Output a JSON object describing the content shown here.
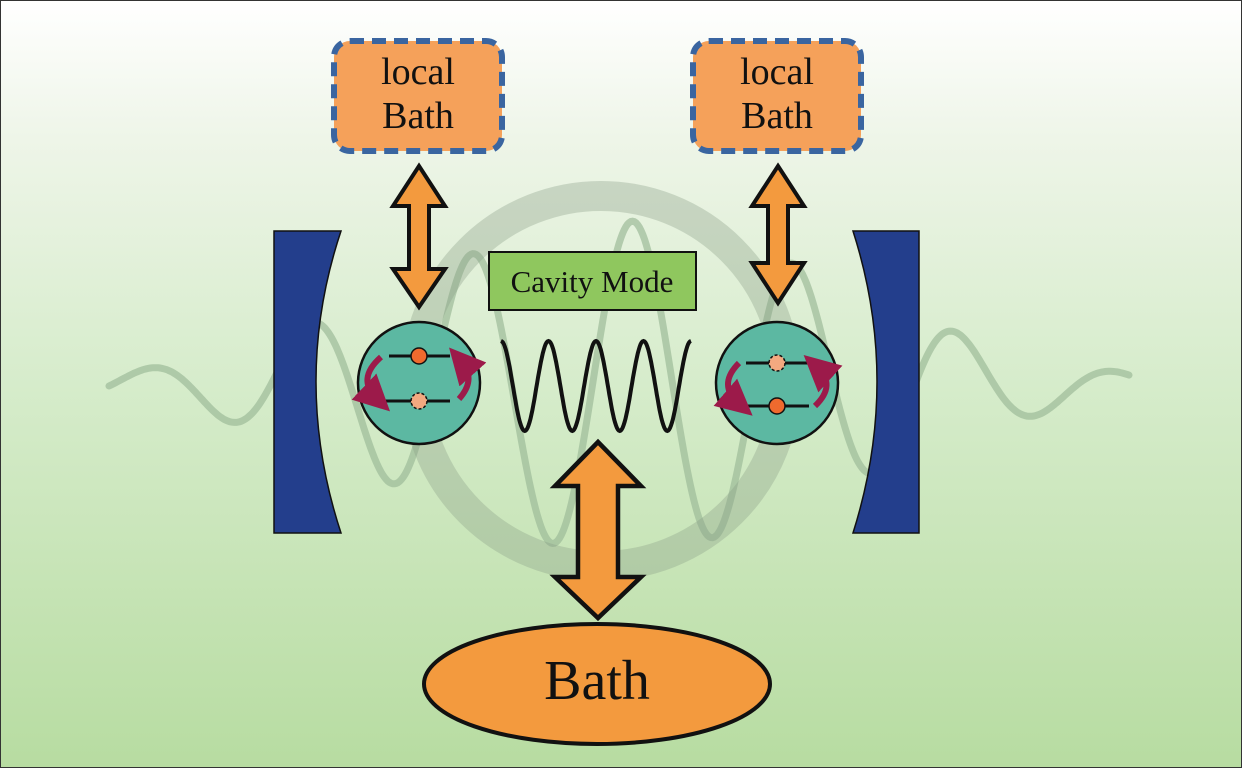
{
  "diagram": {
    "local_bath_left": {
      "line1": "local",
      "line2": "Bath"
    },
    "local_bath_right": {
      "line1": "local",
      "line2": "Bath"
    },
    "cavity_mode_label": "Cavity Mode",
    "bath_label": "Bath"
  },
  "colors": {
    "bath_orange": "#f39a3e",
    "local_bath_fill": "#f5a15a",
    "local_bath_border": "#3a65a0",
    "mirror_blue": "#233e8c",
    "emitter_teal": "#5cb8a2",
    "cavity_label_bg": "#8fc75e",
    "transition_arrow": "#9c1a4a",
    "excited_dot": "#ef6a2e",
    "ground_dot": "#f3a980",
    "background_wave": "#9dbb98"
  }
}
